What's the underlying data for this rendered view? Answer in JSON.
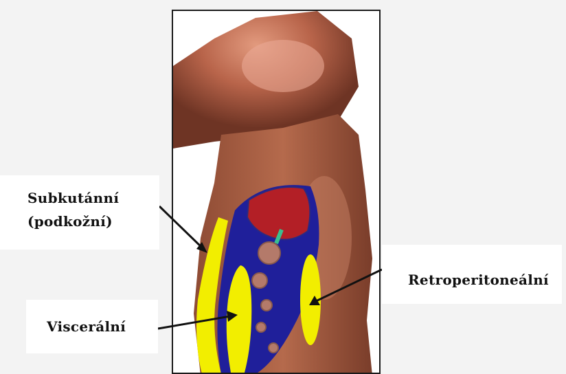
{
  "labels": {
    "subcutaneous_line1": "Subkutánní",
    "subcutaneous_line2": "(podkožní)",
    "visceral": "Viscerální",
    "retroperitoneal": "Retroperitoneální"
  },
  "colors": {
    "subcutaneous_fat": "#f2ee00",
    "cavity": "#1f1f9a",
    "liver": "#b31f26",
    "skin": "#b05a3c",
    "gallbladder": "#3bbf8f"
  }
}
